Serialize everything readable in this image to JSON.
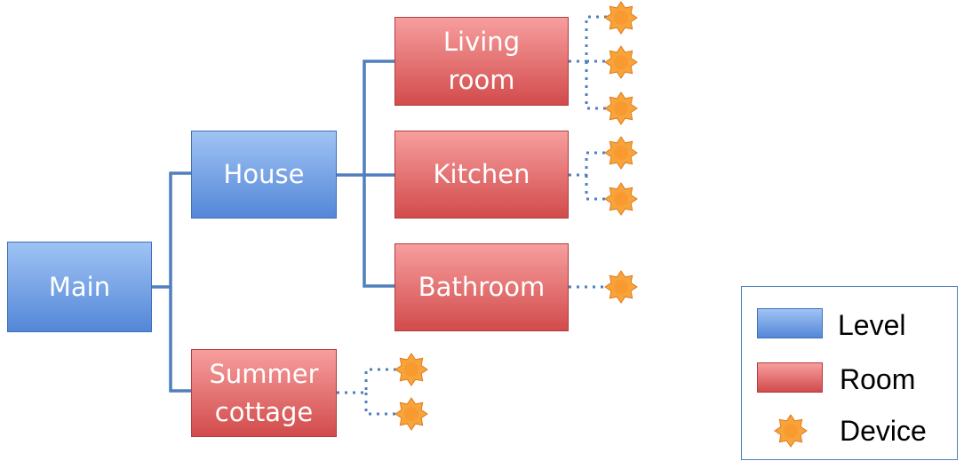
{
  "nodes": {
    "main": "Main",
    "house": "House",
    "summer_cottage": "Summer\ncottage",
    "living_room": "Living\nroom",
    "kitchen": "Kitchen",
    "bathroom": "Bathroom"
  },
  "legend": {
    "level": "Level",
    "room": "Room",
    "device": "Device"
  },
  "colors": {
    "level": "#5b8fdc",
    "room": "#dc5a5a",
    "device": "#f7a43a",
    "connector": "#4f7fbd"
  },
  "icons": {
    "device": "sun-icon"
  }
}
